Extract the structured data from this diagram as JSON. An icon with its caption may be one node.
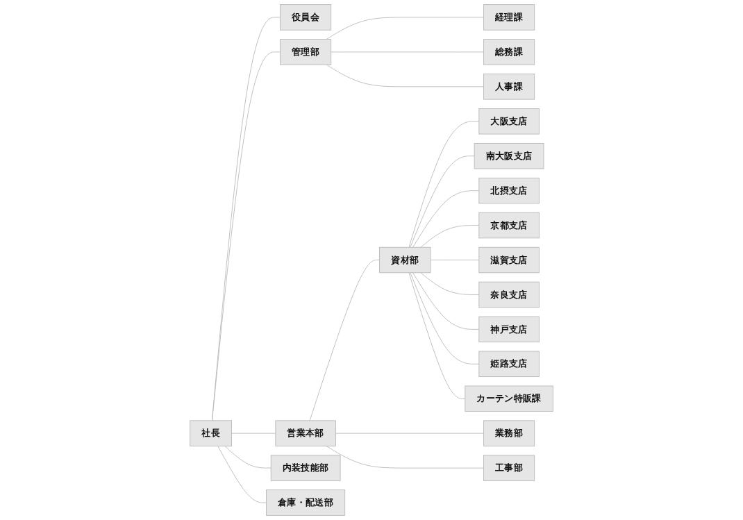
{
  "diagram": {
    "nodes": [
      {
        "text": [
          "社長"
        ]
      },
      {
        "text": [
          "役員会"
        ]
      },
      {
        "text": [
          "管理部"
        ]
      },
      {
        "text": [
          "営業本部"
        ]
      },
      {
        "text": [
          "内装技能部"
        ]
      },
      {
        "text": [
          "倉庫・配送部"
        ]
      },
      {
        "text": [
          "経理課"
        ]
      },
      {
        "text": [
          "総務課"
        ]
      },
      {
        "text": [
          "人事課"
        ]
      },
      {
        "text": [
          "資材部"
        ]
      },
      {
        "text": [
          "業務部"
        ]
      },
      {
        "text": [
          "工事部"
        ]
      },
      {
        "text": [
          "大阪支店"
        ]
      },
      {
        "text": [
          "南大阪支店"
        ]
      },
      {
        "text": [
          "北摂支店"
        ]
      },
      {
        "text": [
          "京都支店"
        ]
      },
      {
        "text": [
          "滋賀支店"
        ]
      },
      {
        "text": [
          "奈良支店"
        ]
      },
      {
        "text": [
          "神戸支店"
        ]
      },
      {
        "text": [
          "姫路支店"
        ]
      },
      {
        "text": [
          "カーテン特販課"
        ]
      }
    ],
    "edges": [
      {
        "from": 0,
        "to": 1,
        "arrow": "none"
      },
      {
        "from": 0,
        "to": 2,
        "arrow": "none"
      },
      {
        "from": 0,
        "to": 3,
        "arrow": "none"
      },
      {
        "from": 0,
        "to": 4,
        "arrow": "none"
      },
      {
        "from": 0,
        "to": 5,
        "arrow": "none"
      },
      {
        "from": 2,
        "to": 6,
        "arrow": "none"
      },
      {
        "from": 2,
        "to": 7,
        "arrow": "none"
      },
      {
        "from": 2,
        "to": 8,
        "arrow": "none"
      },
      {
        "from": 3,
        "to": 9,
        "arrow": "none"
      },
      {
        "from": 3,
        "to": 10,
        "arrow": "none"
      },
      {
        "from": 3,
        "to": 11,
        "arrow": "none"
      },
      {
        "from": 9,
        "to": 12,
        "arrow": "none"
      },
      {
        "from": 9,
        "to": 13,
        "arrow": "none"
      },
      {
        "from": 9,
        "to": 14,
        "arrow": "none"
      },
      {
        "from": 9,
        "to": 15,
        "arrow": "none"
      },
      {
        "from": 9,
        "to": 16,
        "arrow": "none"
      },
      {
        "from": 9,
        "to": 17,
        "arrow": "none"
      },
      {
        "from": 9,
        "to": 18,
        "arrow": "none"
      },
      {
        "from": 9,
        "to": 19,
        "arrow": "none"
      },
      {
        "from": 9,
        "to": 20,
        "arrow": "none"
      }
    ]
  }
}
